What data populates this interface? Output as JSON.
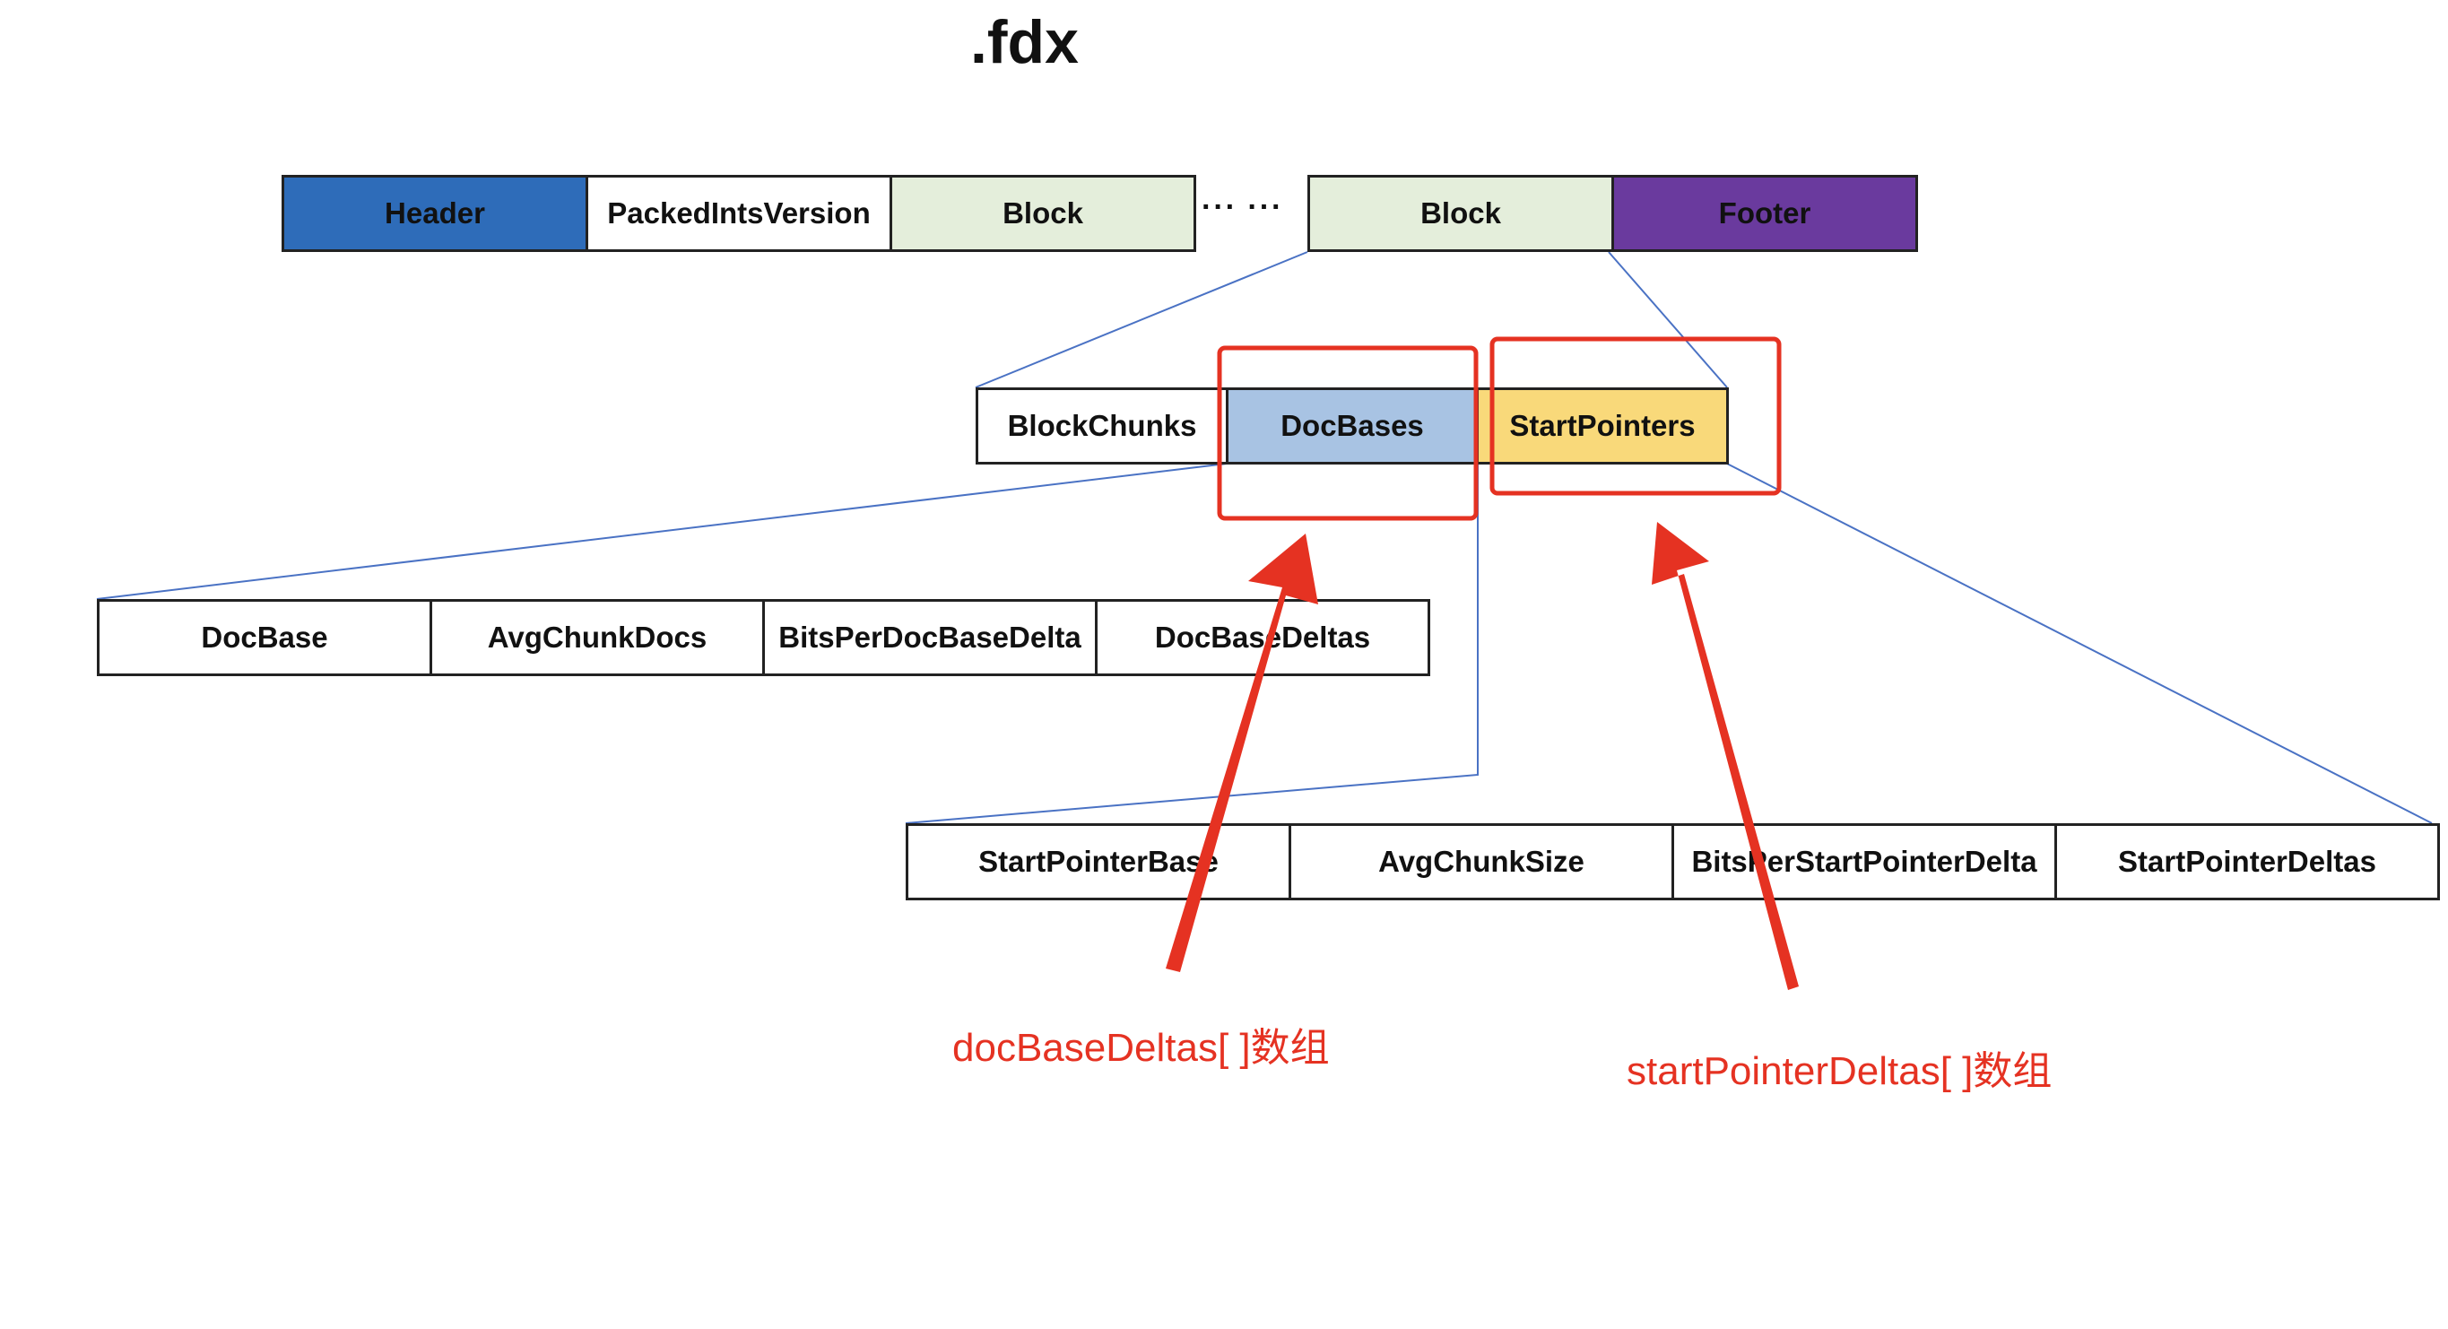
{
  "title": ".fdx",
  "top_row": [
    {
      "label": "Header",
      "fill": "#2e6cb9",
      "text": "#111111"
    },
    {
      "label": "PackedIntsVersion",
      "fill": "#ffffff",
      "text": "#111111"
    },
    {
      "label": "Block",
      "fill": "#e4eedb",
      "text": "#111111"
    }
  ],
  "ellipsis": "··· ···",
  "top_row_right": [
    {
      "label": "Block",
      "fill": "#e4eedb",
      "text": "#111111"
    },
    {
      "label": "Footer",
      "fill": "#6a3a9e",
      "text": "#111111"
    }
  ],
  "block_row": [
    {
      "label": "BlockChunks",
      "fill": "#ffffff"
    },
    {
      "label": "DocBases",
      "fill": "#a8c3e3"
    },
    {
      "label": "StartPointers",
      "fill": "#f9d97a"
    }
  ],
  "docbases_row": [
    {
      "label": "DocBase"
    },
    {
      "label": "AvgChunkDocs"
    },
    {
      "label": "BitsPerDocBaseDelta"
    },
    {
      "label": "DocBaseDeltas"
    }
  ],
  "startpointers_row": [
    {
      "label": "StartPointerBase"
    },
    {
      "label": "AvgChunkSize"
    },
    {
      "label": "BitsPerStartPointerDelta"
    },
    {
      "label": "StartPointerDeltas"
    }
  ],
  "annotations": {
    "doc_base_note": "docBaseDeltas[ ]数组",
    "start_pointer_note": "startPointerDeltas[ ]数组"
  },
  "colors": {
    "connector": "#4a72c4",
    "highlight": "#e53222"
  }
}
